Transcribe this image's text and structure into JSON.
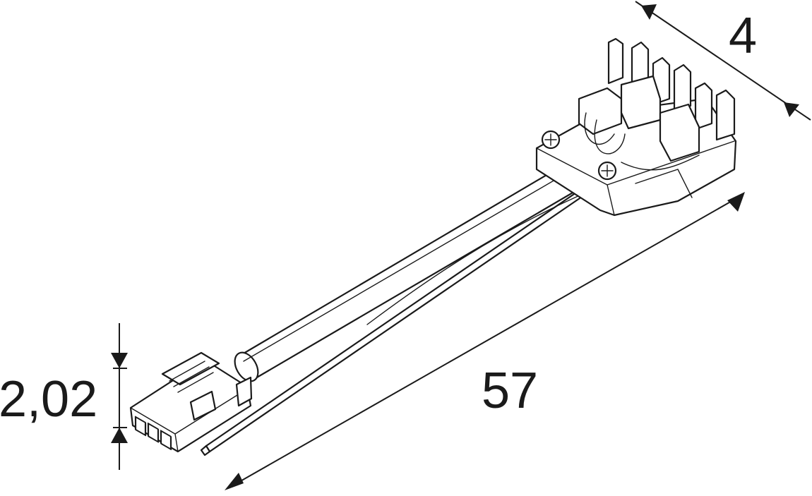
{
  "dimensions": {
    "length": "57",
    "width": "4",
    "height": "2,02"
  },
  "colors": {
    "line": "#1a1a1a",
    "background": "#ffffff"
  }
}
